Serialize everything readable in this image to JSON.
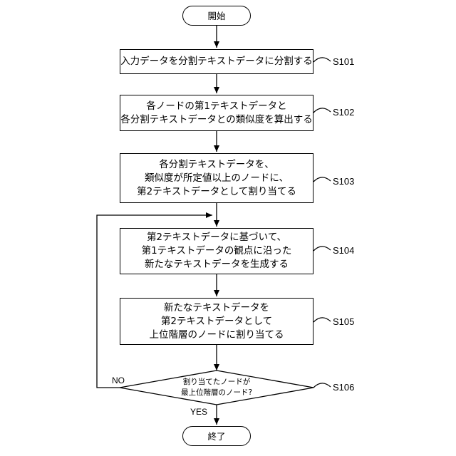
{
  "start": "開始",
  "end": "終了",
  "steps": [
    {
      "id": "S101",
      "lines": [
        "入力データを分割テキストデータに分割する"
      ]
    },
    {
      "id": "S102",
      "lines": [
        "各ノードの第1テキストデータと",
        "各分割テキストデータとの類似度を算出する"
      ]
    },
    {
      "id": "S103",
      "lines": [
        "各分割テキストデータを、",
        "類似度が所定値以上のノードに、",
        "第2テキストデータとして割り当てる"
      ]
    },
    {
      "id": "S104",
      "lines": [
        "第2テキストデータに基づいて、",
        "第1テキストデータの観点に沿った",
        "新たなテキストデータを生成する"
      ]
    },
    {
      "id": "S105",
      "lines": [
        "新たなテキストデータを",
        "第2テキストデータとして",
        "上位階層のノードに割り当てる"
      ]
    }
  ],
  "decision": {
    "id": "S106",
    "lines": [
      "割り当てたノードが",
      "最上位階層のノード?"
    ]
  },
  "labels": {
    "no": "NO",
    "yes": "YES"
  }
}
